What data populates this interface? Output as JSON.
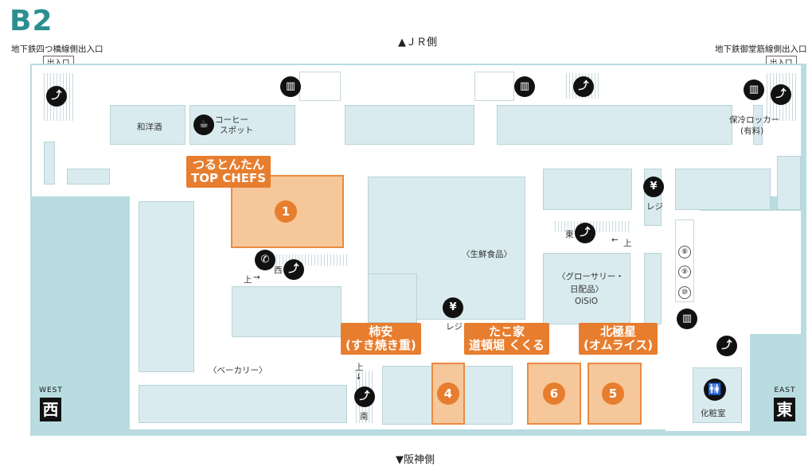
{
  "floor": "B2",
  "directions": {
    "north": "▲ＪＲ側",
    "south": "▼阪神側",
    "west_en": "WEST",
    "west_jp": "西",
    "east_en": "EAST",
    "east_jp": "東"
  },
  "exits": {
    "left_label": "地下鉄四つ橋線側出入口",
    "left_tab": "出入口",
    "right_label": "地下鉄御堂筋線側出入口",
    "right_tab": "出入口"
  },
  "areas": {
    "wayoshu": "和洋酒",
    "coffee_line1": "コーヒー",
    "coffee_line2": "スポット",
    "locker_line1": "保冷ロッカー",
    "locker_line2": "(有料)",
    "fresh": "〈生鮮食品〉",
    "grocery_line1": "〈グローサリー・",
    "grocery_line2": "日配品〉",
    "grocery_line3": "OiSiO",
    "bakery": "〈ベーカリー〉",
    "register": "レジ",
    "toilet": "化粧室"
  },
  "escalators": {
    "west_label": "西",
    "west_up": "上",
    "east_label": "東",
    "east_up": "上",
    "south_label": "南",
    "south_up": "上"
  },
  "lockers": [
    "⑧",
    "⑨",
    "⑩"
  ],
  "shops": [
    {
      "number": "1",
      "name_line1": "つるとんたん",
      "name_line2": "TOP CHEFS"
    },
    {
      "number": "4",
      "name_line1": "柿安",
      "name_line2": "(すき焼き重)"
    },
    {
      "number": "6",
      "name_line1": "たこ家",
      "name_line2": "道頓堀 くくる"
    },
    {
      "number": "5",
      "name_line1": "北極星",
      "name_line2": "(オムライス)"
    }
  ],
  "icons": {
    "yen": "¥",
    "elevator": "▥",
    "coffee": "☕",
    "phone": "✆",
    "escalator": "⤴",
    "toilet": "🚻"
  }
}
